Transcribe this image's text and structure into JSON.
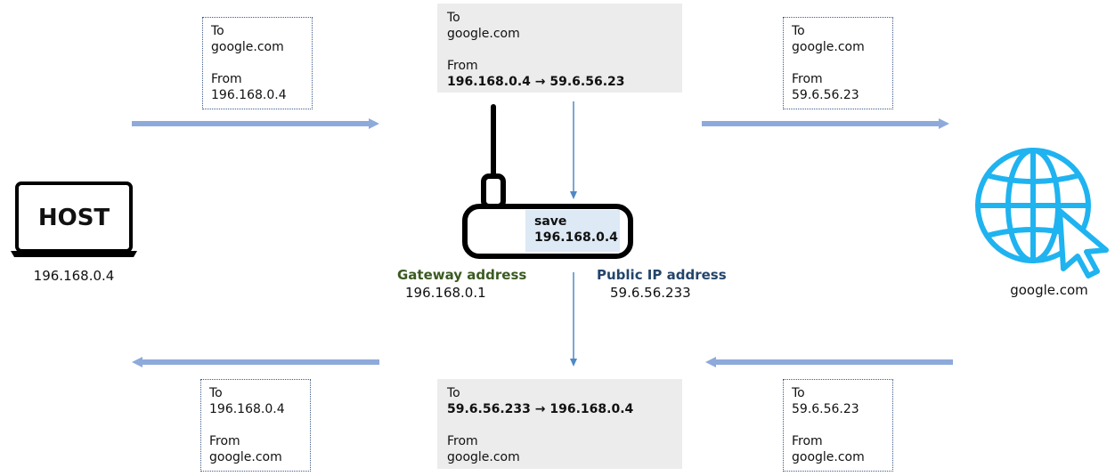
{
  "host": {
    "label": "HOST",
    "ip": "196.168.0.4"
  },
  "destination": {
    "label": "google.com"
  },
  "router": {
    "save_title": "save",
    "save_value": "196.168.0.4",
    "gateway_title": "Gateway address",
    "gateway_value": "196.168.0.1",
    "public_title": "Public IP address",
    "public_value": "59.6.56.233"
  },
  "packets": {
    "out_left": {
      "to_label": "To",
      "to_value": "google.com",
      "from_label": "From",
      "from_value": "196.168.0.4"
    },
    "out_mid": {
      "to_label": "To",
      "to_value": "google.com",
      "from_label": "From",
      "from_value": "196.168.0.4 → 59.6.56.23"
    },
    "out_right": {
      "to_label": "To",
      "to_value": "google.com",
      "from_label": "From",
      "from_value": "59.6.56.23"
    },
    "in_left": {
      "to_label": "To",
      "to_value": "196.168.0.4",
      "from_label": "From",
      "from_value": "google.com"
    },
    "in_mid": {
      "to_label": "To",
      "to_value": "59.6.56.233 → 196.168.0.4",
      "from_label": "From",
      "from_value": "google.com"
    },
    "in_right": {
      "to_label": "To",
      "to_value": "59.6.56.23",
      "from_label": "From",
      "from_value": "google.com"
    }
  },
  "colors": {
    "flow_arrow": "#8eaadb",
    "router_arrow": "#4f88c6",
    "globe": "#1fb3f0",
    "gray_box": "#ececec",
    "save_box": "#dde9f5"
  },
  "icons": {
    "host": "laptop-icon",
    "router": "router-icon",
    "destination": "globe-cursor-icon"
  }
}
